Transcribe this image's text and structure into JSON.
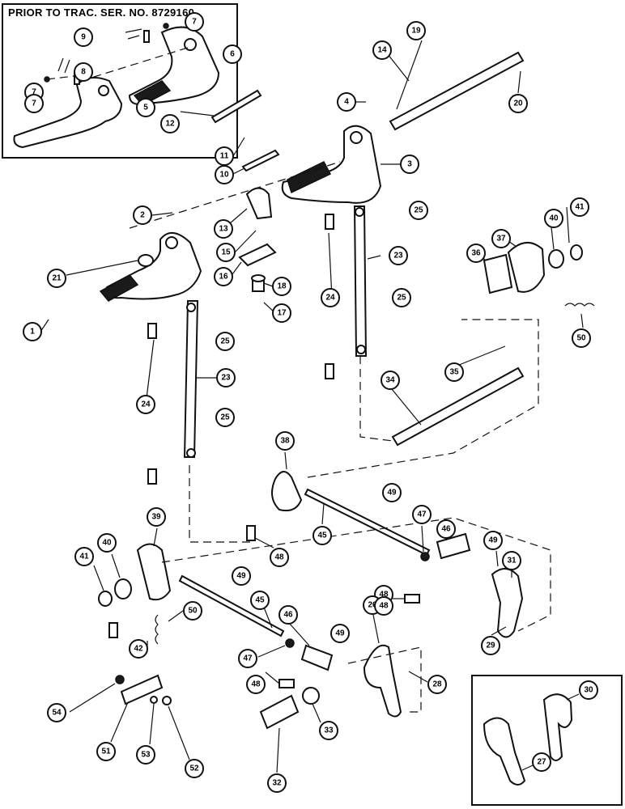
{
  "inset_top": {
    "title": "PRIOR TO TRAC. SER. NO. 8729160"
  },
  "callouts": [
    {
      "id": "c-7a",
      "label": "7"
    },
    {
      "id": "c-9",
      "label": "9"
    },
    {
      "id": "c-7b",
      "label": "7"
    },
    {
      "id": "c-8",
      "label": "8"
    },
    {
      "id": "c-6",
      "label": "6"
    },
    {
      "id": "c-7c",
      "label": "7"
    },
    {
      "id": "c-5",
      "label": "5"
    },
    {
      "id": "c-12",
      "label": "12"
    },
    {
      "id": "c-14",
      "label": "14"
    },
    {
      "id": "c-19",
      "label": "19"
    },
    {
      "id": "c-4",
      "label": "4"
    },
    {
      "id": "c-20",
      "label": "20"
    },
    {
      "id": "c-11",
      "label": "11"
    },
    {
      "id": "c-10",
      "label": "10"
    },
    {
      "id": "c-3",
      "label": "3"
    },
    {
      "id": "c-2",
      "label": "2"
    },
    {
      "id": "c-13",
      "label": "13"
    },
    {
      "id": "c-25a",
      "label": "25"
    },
    {
      "id": "c-15",
      "label": "15"
    },
    {
      "id": "c-21",
      "label": "21"
    },
    {
      "id": "c-16",
      "label": "16"
    },
    {
      "id": "c-18",
      "label": "18"
    },
    {
      "id": "c-23a",
      "label": "23"
    },
    {
      "id": "c-41a",
      "label": "41"
    },
    {
      "id": "c-40a",
      "label": "40"
    },
    {
      "id": "c-37",
      "label": "37"
    },
    {
      "id": "c-36",
      "label": "36"
    },
    {
      "id": "c-17",
      "label": "17"
    },
    {
      "id": "c-1",
      "label": "1"
    },
    {
      "id": "c-24a",
      "label": "24"
    },
    {
      "id": "c-25b",
      "label": "25"
    },
    {
      "id": "c-25c",
      "label": "25"
    },
    {
      "id": "c-50a",
      "label": "50"
    },
    {
      "id": "c-24b",
      "label": "24"
    },
    {
      "id": "c-23b",
      "label": "23"
    },
    {
      "id": "c-35",
      "label": "35"
    },
    {
      "id": "c-34",
      "label": "34"
    },
    {
      "id": "c-25d",
      "label": "25"
    },
    {
      "id": "c-38",
      "label": "38"
    },
    {
      "id": "c-49a",
      "label": "49"
    },
    {
      "id": "c-39",
      "label": "39"
    },
    {
      "id": "c-47a",
      "label": "47"
    },
    {
      "id": "c-46a",
      "label": "46"
    },
    {
      "id": "c-45a",
      "label": "45"
    },
    {
      "id": "c-40b",
      "label": "40"
    },
    {
      "id": "c-48a",
      "label": "48"
    },
    {
      "id": "c-49b",
      "label": "49"
    },
    {
      "id": "c-41b",
      "label": "41"
    },
    {
      "id": "c-49c",
      "label": "49"
    },
    {
      "id": "c-31",
      "label": "31"
    },
    {
      "id": "c-48b",
      "label": "48"
    },
    {
      "id": "c-45b",
      "label": "45"
    },
    {
      "id": "c-50b",
      "label": "50"
    },
    {
      "id": "c-26",
      "label": "26"
    },
    {
      "id": "c-48c",
      "label": "48"
    },
    {
      "id": "c-29",
      "label": "29"
    },
    {
      "id": "c-42",
      "label": "42"
    },
    {
      "id": "c-46b",
      "label": "46"
    },
    {
      "id": "c-49d",
      "label": "49"
    },
    {
      "id": "c-47b",
      "label": "47"
    },
    {
      "id": "c-28",
      "label": "28"
    },
    {
      "id": "c-48d",
      "label": "48"
    },
    {
      "id": "c-30",
      "label": "30"
    },
    {
      "id": "c-54",
      "label": "54"
    },
    {
      "id": "c-33",
      "label": "33"
    },
    {
      "id": "c-51",
      "label": "51"
    },
    {
      "id": "c-53",
      "label": "53"
    },
    {
      "id": "c-27",
      "label": "27"
    },
    {
      "id": "c-52",
      "label": "52"
    },
    {
      "id": "c-32",
      "label": "32"
    }
  ]
}
